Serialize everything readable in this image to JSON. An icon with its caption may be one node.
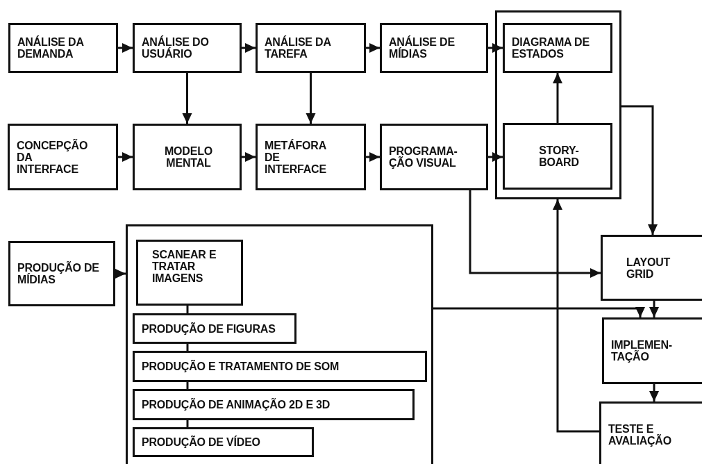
{
  "diagram": {
    "nodes": [
      {
        "text": [
          "ANÁLISE DA DEMANDA"
        ]
      },
      {
        "text": [
          "ANÁLISE DO USUÁRIO"
        ]
      },
      {
        "text": [
          "ANÁLISE DA TAREFA"
        ]
      },
      {
        "text": [
          "ANÁLISE DE MÍDIAS"
        ]
      },
      {
        "text": [],
        "shape": "box"
      },
      {
        "text": [
          "DIAGRAMA DE ESTADOS"
        ],
        "in": 4
      },
      {
        "text": [
          "CONCEPÇÃO DA INTERFACE"
        ]
      },
      {
        "text": [
          "MODELO MENTAL"
        ]
      },
      {
        "text": [
          "METÁFORA DE INTERFACE"
        ]
      },
      {
        "text": [
          "PROGRAMA- ÇÃO VISUAL"
        ]
      },
      {
        "text": [
          "STORY- BOARD"
        ],
        "in": 4
      },
      {
        "text": [
          "PRODUÇÃO DE MÍDIAS"
        ]
      },
      {
        "text": [],
        "shape": "box"
      },
      {
        "text": [
          "SCANEAR E TRATAR IMAGENS"
        ],
        "in": 12
      },
      {
        "text": [
          "PRODUÇÃO DE FIGURAS"
        ],
        "in": 12
      },
      {
        "text": [
          "PRODUÇÃO E TRATAMENTO DE SOM"
        ],
        "in": 12
      },
      {
        "text": [
          "PRODUÇÃO DE ANIMAÇÃO 2D E 3D"
        ],
        "in": 12
      },
      {
        "text": [
          "PRODUÇÃO DE VÍDEO"
        ],
        "in": 12
      },
      {
        "text": [
          "LAYOUT GRID"
        ]
      },
      {
        "text": [
          "IMPLEMEN- TAÇÃO"
        ]
      },
      {
        "text": [
          "TESTE E AVALIAÇÃO"
        ]
      }
    ],
    "edges": [
      {
        "from": 0,
        "to": 1,
        "arrow": "to"
      },
      {
        "from": 1,
        "to": 2,
        "arrow": "to"
      },
      {
        "from": 2,
        "to": 3,
        "arrow": "to"
      },
      {
        "from": 3,
        "to": 5,
        "arrow": "to"
      },
      {
        "from": 1,
        "to": 7,
        "arrow": "to"
      },
      {
        "from": 2,
        "to": 8,
        "arrow": "to"
      },
      {
        "from": 6,
        "to": 7,
        "arrow": "to"
      },
      {
        "from": 7,
        "to": 8,
        "arrow": "to"
      },
      {
        "from": 8,
        "to": 9,
        "arrow": "to"
      },
      {
        "from": 9,
        "to": 10,
        "arrow": "to"
      },
      {
        "from": 10,
        "to": 5,
        "arrow": "to"
      },
      {
        "from": 4,
        "to": 18,
        "arrow": "to"
      },
      {
        "from": 9,
        "to": 18,
        "arrow": "to"
      },
      {
        "from": 11,
        "to": 12,
        "arrow": "to"
      },
      {
        "from": 13,
        "to": 14,
        "arrow": "none"
      },
      {
        "from": 14,
        "to": 15,
        "arrow": "none"
      },
      {
        "from": 15,
        "to": 16,
        "arrow": "none"
      },
      {
        "from": 16,
        "to": 17,
        "arrow": "none"
      },
      {
        "from": 12,
        "to": 19,
        "arrow": "to"
      },
      {
        "from": 18,
        "to": 19,
        "arrow": "to"
      },
      {
        "from": 19,
        "to": 20,
        "arrow": "to"
      },
      {
        "from": 20,
        "to": 4,
        "arrow": "to"
      }
    ]
  }
}
